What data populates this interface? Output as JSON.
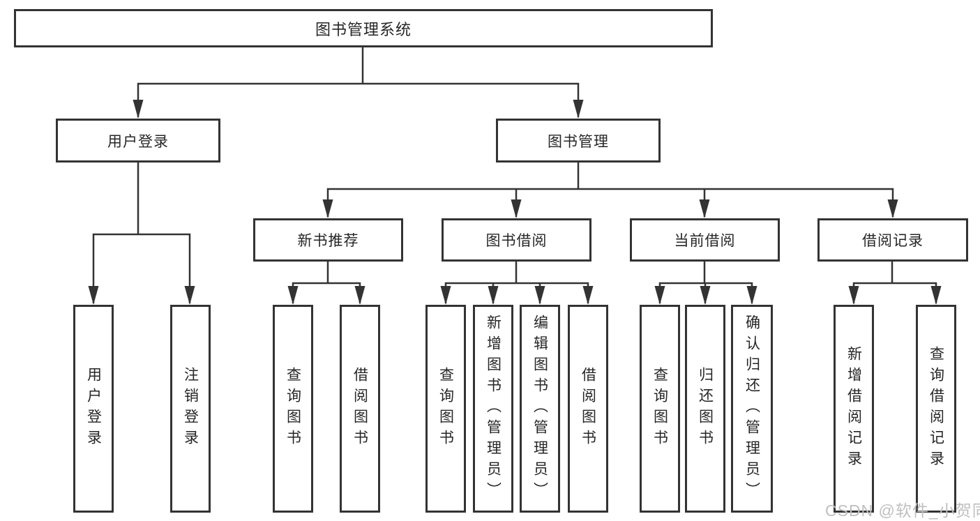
{
  "tree": {
    "root": {
      "label": "图书管理系统",
      "children": [
        {
          "label": "用户登录",
          "children": [
            {
              "label": "用户登录"
            },
            {
              "label": "注销登录"
            }
          ]
        },
        {
          "label": "图书管理",
          "children": [
            {
              "label": "新书推荐",
              "children": [
                {
                  "label": "查询图书"
                },
                {
                  "label": "借阅图书"
                }
              ]
            },
            {
              "label": "图书借阅",
              "children": [
                {
                  "label": "查询图书"
                },
                {
                  "label": "新增图书（管理员）"
                },
                {
                  "label": "编辑图书（管理员）"
                },
                {
                  "label": "借阅图书"
                }
              ]
            },
            {
              "label": "当前借阅",
              "children": [
                {
                  "label": "查询图书"
                },
                {
                  "label": "归还图书"
                },
                {
                  "label": "确认归还（管理员）"
                }
              ]
            },
            {
              "label": "借阅记录",
              "children": [
                {
                  "label": "新增借阅记录"
                },
                {
                  "label": "查询借阅记录"
                }
              ]
            }
          ]
        }
      ]
    }
  },
  "watermark": {
    "text": "CSDN @软件_小贺同学"
  },
  "colors": {
    "line": "#333333",
    "text": "#262626",
    "watermark": "#bfbfbf",
    "background": "#ffffff"
  }
}
